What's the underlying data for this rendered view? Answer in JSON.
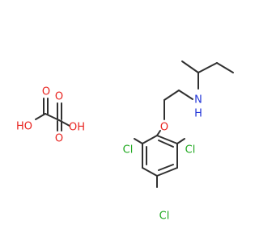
{
  "oxalic_acid": {
    "atoms": {
      "oh_left": "HO",
      "o_top_left": "O",
      "o_top_right": "O",
      "oh_right": "OH",
      "o_bottom": "O"
    }
  },
  "amine": {
    "atoms": {
      "nh_n": "N",
      "nh_h": "H",
      "ether_o": "O",
      "cl_left": "Cl",
      "cl_right": "Cl",
      "cl_bottom": "Cl"
    }
  },
  "colors": {
    "bond": "#303030",
    "oxygen": "#e8231f",
    "nitrogen": "#2336d8",
    "chlorine": "#1ea81e"
  }
}
